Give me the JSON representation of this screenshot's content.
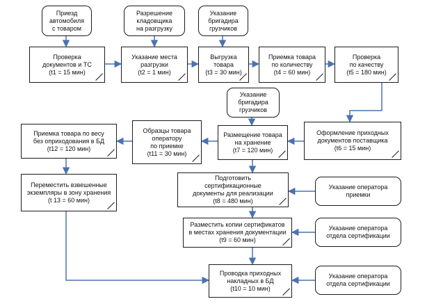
{
  "events": {
    "arrival": "Приезд\nавтомобиля\nс товаром",
    "storekeeper": "Разрешение\nкладовщика\nна разгрузку",
    "brigadier_1": "Указание\nбригадира\nгрузчиков",
    "brigadier_2": "Указание\nбригадира\nгрузчиков",
    "operator_reception": "Указание оператора\nприемки",
    "operator_cert_1": "Указание оператора\nотдела сертификации",
    "operator_cert_2": "Указание оператора\nотдела сертификации"
  },
  "tasks": {
    "check_docs": "Проверка\nдокументов и ТС\n(t1 = 15 мин)",
    "unload_place": "Указание места\nразгрузки\n(t2 = 1 мин)",
    "unloading": "Выгрузка\nтовара\n(t3 = 30 мин)",
    "accept_quantity": "Приемка товара\nпо количеству\n(t4 = 60  мин)",
    "check_quality": "Проверка\nпо качеству\n(t5 = 180  мин)",
    "supplier_docs": "Оформление приходных\nдокументов поставщика\n(t6 = 15  мин)",
    "storage": "Размещение товара\nна хранение\n(t7 = 120  мин)",
    "samples": "Образцы товара\nоператору\nпо приемке\n(t11 = 30  мин)",
    "accept_weight": "Приемка товара по весу\nбез оприходования в БД\n(t12 = 120  мин)",
    "move_weighed": "Переместить взвешенные\nэкземпляры в зону хранения\n(t 13 = 60  мин)",
    "prepare_certs": "Подготовить\nсертификационные\nдокументы для реализации\n(t8 = 480  мин)",
    "place_copies": "Разместить копии сертификатов\nв местах хранения документации\n(t9 = 60  мин)",
    "post_invoices": "Проводка приходных\nнакладных в БД\n(t10 = 10  мин)"
  },
  "colors": {
    "arrow": "#4a72b0",
    "border": "#1a1a1a"
  }
}
